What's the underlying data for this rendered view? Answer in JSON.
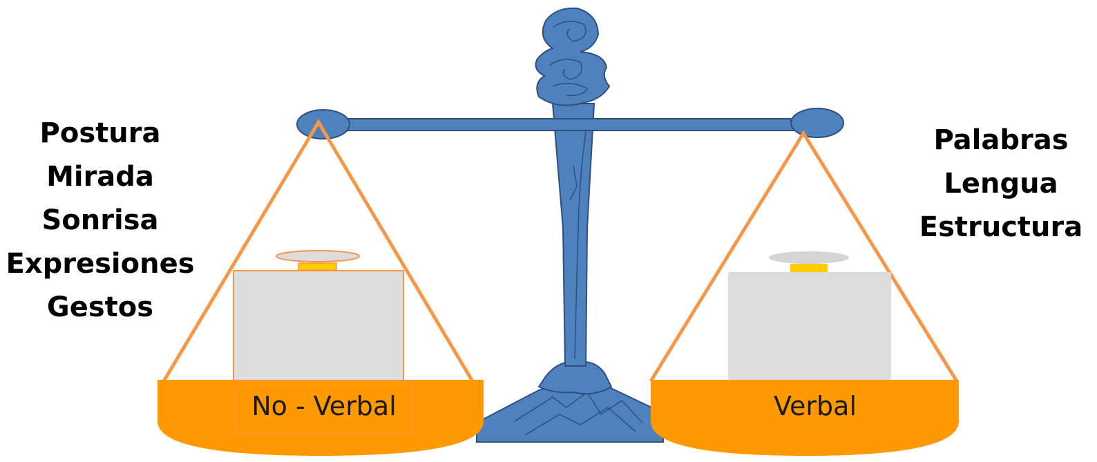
{
  "left": {
    "items": [
      "Postura",
      "Mirada",
      "Sonrisa",
      "Expresiones",
      "Gestos"
    ],
    "pan_label": "No - Verbal"
  },
  "right": {
    "items": [
      "Palabras",
      "Lengua",
      "Estructura"
    ],
    "pan_label": "Verbal"
  },
  "colors": {
    "scale_body": "#4f81bd",
    "scale_outline": "#2e4f7f",
    "string": "#f79646",
    "pan": "#ff9900",
    "weight_box": "#dddddd",
    "weight_top": "#ffcc00",
    "text": "#000000"
  }
}
